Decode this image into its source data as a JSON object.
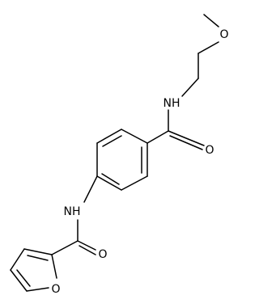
{
  "molecule": {
    "atoms": {
      "methoxy_oxygen": "O",
      "amide_nitrogen_top": "NH",
      "carbonyl_oxygen_top": "O",
      "amide_nitrogen_bottom": "NH",
      "carbonyl_oxygen_bottom": "O",
      "furan_oxygen": "O"
    }
  }
}
